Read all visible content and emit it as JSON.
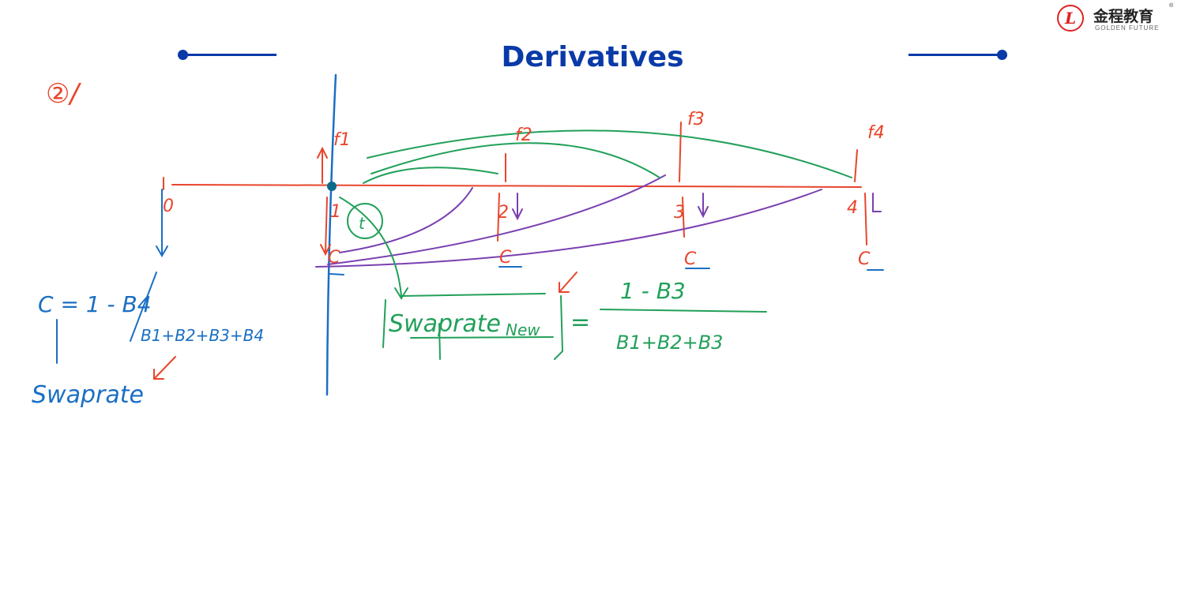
{
  "slide": {
    "title": "Derivatives"
  },
  "logo": {
    "chinese_name": "金程教育",
    "english_name": "GOLDEN FUTURE",
    "seal_letter": "L",
    "registered_mark": "®"
  },
  "colors": {
    "title": "#0a3aa8",
    "red_ink": "#e8452c",
    "blue_ink": "#1a6fc4",
    "green_ink": "#22a05a",
    "purple_ink": "#7a3fb0"
  },
  "annotations": {
    "item_number": "②/",
    "time_labels": [
      "0",
      "1",
      "2",
      "3",
      "4"
    ],
    "forward_labels": [
      "f1",
      "f2",
      "f3",
      "f4"
    ],
    "coupon_labels": [
      "C",
      "C",
      "C",
      "C"
    ],
    "t_circle": "t",
    "left_formula_numerator": "C = 1 - B4",
    "left_formula_denominator": "B1+B2+B3+B4",
    "left_result": "Swaprate",
    "new_swap_label": "Swaprate",
    "new_swap_subscript": "New",
    "equals": "=",
    "new_formula_numerator": "1 - B3",
    "new_formula_denominator": "B1+B2+B3"
  }
}
